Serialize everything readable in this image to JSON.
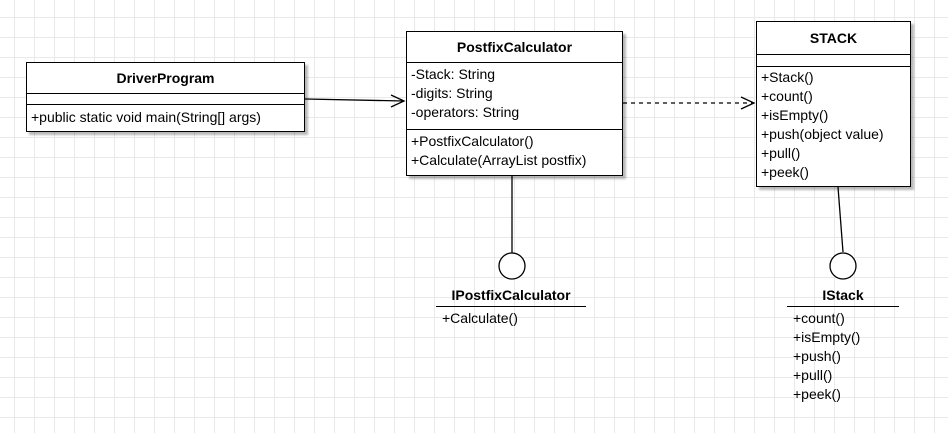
{
  "classes": {
    "driver": {
      "name": "DriverProgram",
      "attributes": [],
      "operations": [
        "+public static void main(String[] args)"
      ]
    },
    "postfix": {
      "name": "PostfixCalculator",
      "attributes": [
        "-Stack: String",
        "-digits: String",
        "-operators: String"
      ],
      "operations": [
        "+PostfixCalculator()",
        "+Calculate(ArrayList postfix)"
      ]
    },
    "stack": {
      "name": "STACK",
      "attributes": [],
      "operations": [
        "+Stack()",
        "+count()",
        "+isEmpty()",
        "+push(object value)",
        "+pull()",
        "+peek()"
      ]
    }
  },
  "interfaces": {
    "ipostfix": {
      "name": "IPostfixCalculator",
      "operations": [
        "+Calculate()"
      ]
    },
    "istack": {
      "name": "IStack",
      "operations": [
        "+count()",
        "+isEmpty()",
        "+push()",
        "+pull()",
        "+peek()"
      ]
    }
  },
  "relations": [
    {
      "from": "DriverProgram",
      "to": "PostfixCalculator",
      "kind": "association"
    },
    {
      "from": "PostfixCalculator",
      "to": "STACK",
      "kind": "dependency"
    },
    {
      "from": "PostfixCalculator",
      "to": "IPostfixCalculator",
      "kind": "interface-realization"
    },
    {
      "from": "STACK",
      "to": "IStack",
      "kind": "interface-realization"
    }
  ],
  "colors": {
    "line": "#000000",
    "grid": "#e9e9e9",
    "background": "#ffffff"
  }
}
